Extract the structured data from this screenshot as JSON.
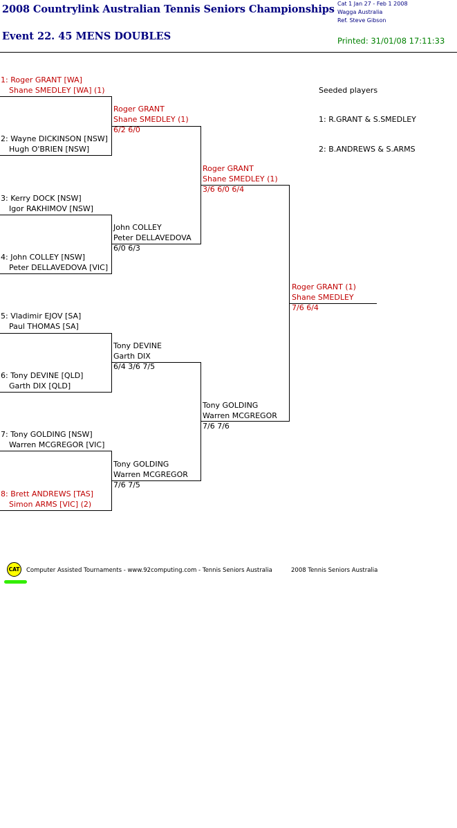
{
  "header": {
    "title": "2008 Countrylink Australian Tennis Seniors Championships",
    "event": "Event 22. 45 MENS DOUBLES",
    "meta_line1": "Cat 1   Jan 27 - Feb 1 2008",
    "meta_line2": "Wagga    Australia",
    "meta_line3": "Ref. Steve Gibson",
    "printed": "Printed: 31/01/08 17:11:33"
  },
  "round1": [
    {
      "p1": "1: Roger GRANT [WA]",
      "p2": "Shane SMEDLEY [WA] (1)",
      "seeded": true
    },
    {
      "p1": "2: Wayne DICKINSON [NSW]",
      "p2": "Hugh O'BRIEN [NSW]",
      "seeded": false
    },
    {
      "p1": "3: Kerry DOCK [NSW]",
      "p2": "Igor RAKHIMOV [NSW]",
      "seeded": false
    },
    {
      "p1": "4: John COLLEY [NSW]",
      "p2": "Peter DELLAVEDOVA [VIC]",
      "seeded": false
    },
    {
      "p1": "5: Vladimir EJOV [SA]",
      "p2": "Paul THOMAS [SA]",
      "seeded": false
    },
    {
      "p1": "6: Tony DEVINE [QLD]",
      "p2": "Garth DIX [QLD]",
      "seeded": false
    },
    {
      "p1": "7: Tony GOLDING [NSW]",
      "p2": "Warren MCGREGOR [VIC]",
      "seeded": false
    },
    {
      "p1": "8: Brett ANDREWS [TAS]",
      "p2": "Simon ARMS [VIC] (2)",
      "seeded": true
    }
  ],
  "round2": [
    {
      "p1": "Roger GRANT",
      "p2": "Shane SMEDLEY (1)",
      "score": "6/2 6/0",
      "seeded": true
    },
    {
      "p1": "John COLLEY",
      "p2": "Peter DELLAVEDOVA",
      "score": "6/0 6/3",
      "seeded": false
    },
    {
      "p1": "Tony DEVINE",
      "p2": "Garth DIX",
      "score": "6/4 3/6 7/5",
      "seeded": false
    },
    {
      "p1": "Tony GOLDING",
      "p2": "Warren MCGREGOR",
      "score": "7/6 7/5",
      "seeded": false
    }
  ],
  "round3": [
    {
      "p1": "Roger GRANT",
      "p2": "Shane SMEDLEY (1)",
      "score": "3/6 6/0 6/4",
      "seeded": true
    },
    {
      "p1": "Tony GOLDING",
      "p2": "Warren MCGREGOR",
      "score": "7/6 7/6",
      "seeded": false
    }
  ],
  "final": {
    "p1": "Roger GRANT (1)",
    "p2": "Shane SMEDLEY",
    "score": "7/6 6/4",
    "seeded": true
  },
  "seeded": {
    "heading": "Seeded players",
    "list": [
      "1: R.GRANT & S.SMEDLEY",
      "2: B.ANDREWS & S.ARMS"
    ]
  },
  "footer": {
    "logo": "CAT",
    "left": "Computer Assisted Tournaments - www.92computing.com -  Tennis Seniors Australia",
    "right": "2008 Tennis Seniors Australia"
  },
  "colors": {
    "title": "#000080",
    "seeded": "#c00000",
    "printed": "#008000",
    "logo": "#ffff00"
  }
}
